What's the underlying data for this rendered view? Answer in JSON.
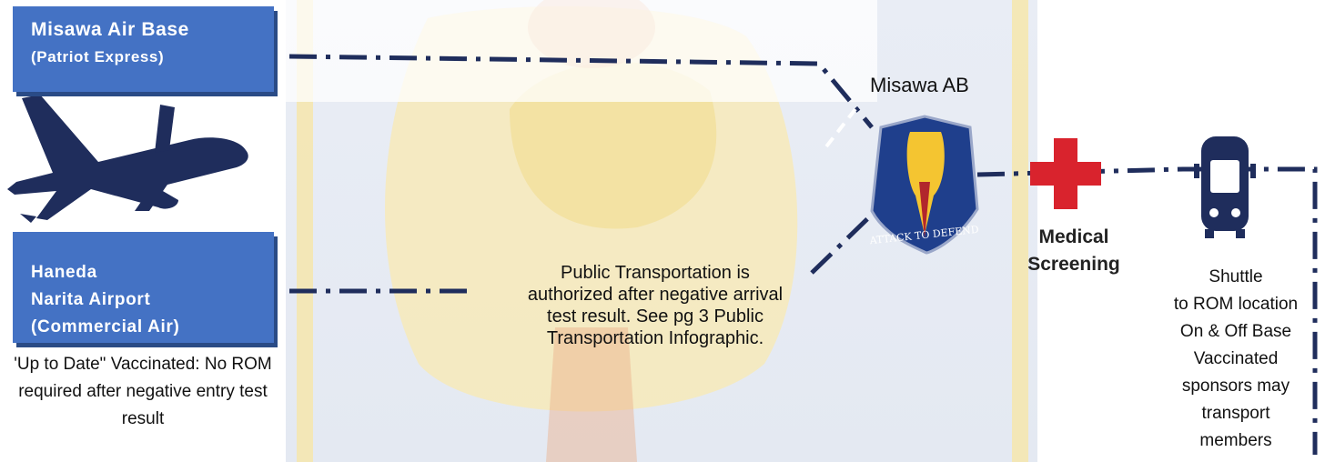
{
  "origins": {
    "misawa": {
      "line1": "Misawa Air Base",
      "line2": "(Patriot Express)"
    },
    "haneda": {
      "line1": "Haneda",
      "line2": "Narita Airport",
      "line3": "(Commercial Air)"
    }
  },
  "notes": {
    "vaccinated": [
      "'Up to Date\" Vaccinated: No ROM",
      "required after negative entry test",
      "result"
    ],
    "public_transport": [
      "Public Transportation is",
      "authorized after negative arrival",
      "test result. See pg 3 Public",
      "Transportation Infographic."
    ]
  },
  "nodes": {
    "misawa_ab": "Misawa AB",
    "emblem_motto": "ATTACK TO DEFEND",
    "medical": [
      "Medical",
      "Screening"
    ],
    "shuttle": [
      "Shuttle",
      "to ROM location",
      "On & Off Base",
      "Vaccinated",
      "sponsors may",
      "transport",
      "members"
    ]
  },
  "colors": {
    "box_blue": "#4472c4",
    "navy": "#1f2d5c",
    "cross_red": "#d9232d",
    "watermark_yellow": "#f6e6a8"
  },
  "icons": [
    "airplane-icon",
    "medical-cross-icon",
    "bus-icon",
    "wing-emblem-icon"
  ]
}
